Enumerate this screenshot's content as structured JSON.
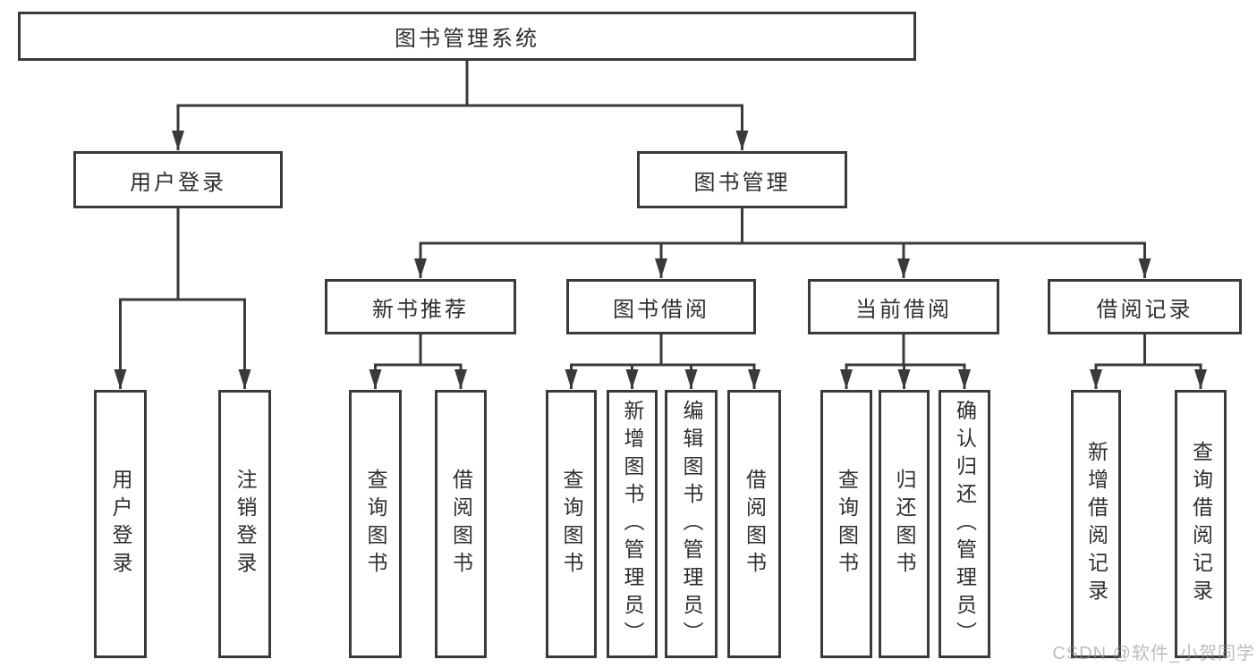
{
  "colors": {
    "line": "#3a3a3a",
    "border": "#3a3a3a",
    "text": "#2f2f2f",
    "background": "#ffffff",
    "watermark": "#b9b9b9"
  },
  "watermark": {
    "text": "CSDN @软件_小贺同学"
  },
  "tree": {
    "root": {
      "label": "图书管理系统"
    },
    "branches": [
      {
        "label": "用户登录",
        "children": [
          {
            "label": "用户登录"
          },
          {
            "label": "注销登录"
          }
        ]
      },
      {
        "label": "图书管理",
        "children": [
          {
            "label": "新书推荐",
            "children": [
              {
                "label": "查询图书"
              },
              {
                "label": "借阅图书"
              }
            ]
          },
          {
            "label": "图书借阅",
            "children": [
              {
                "label": "查询图书"
              },
              {
                "label": "新增图书（管理员）"
              },
              {
                "label": "编辑图书（管理员）"
              },
              {
                "label": "借阅图书"
              }
            ]
          },
          {
            "label": "当前借阅",
            "children": [
              {
                "label": "查询图书"
              },
              {
                "label": "归还图书"
              },
              {
                "label": "确认归还（管理员）"
              }
            ]
          },
          {
            "label": "借阅记录",
            "children": [
              {
                "label": "新增借阅记录"
              },
              {
                "label": "查询借阅记录"
              }
            ]
          }
        ]
      }
    ]
  }
}
